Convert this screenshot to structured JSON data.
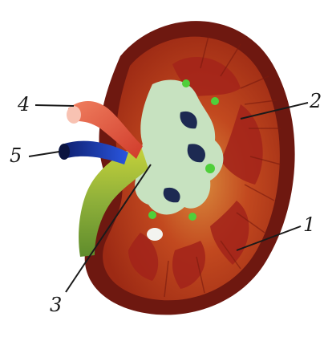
{
  "figure": {
    "labels": {
      "l1": "1",
      "l2": "2",
      "l3": "3",
      "l4": "4",
      "l5": "5"
    }
  },
  "colors": {
    "capsule": "#6e1810",
    "cortex": "#b3381c",
    "medulla": "#a3231a",
    "pelvis": "#c7e2c0",
    "ureter": "#7ba53d",
    "artery": "#e25440",
    "vein": "#1a3fb6"
  }
}
